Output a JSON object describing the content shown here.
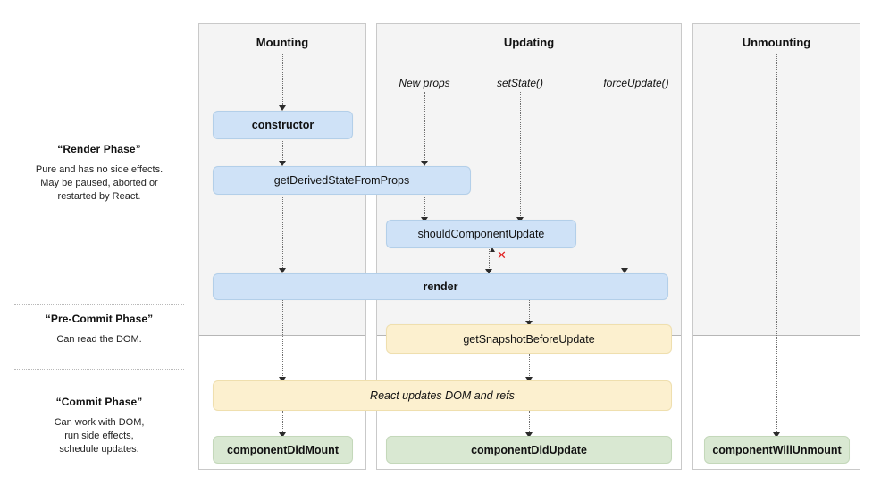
{
  "legend": {
    "render_phase": {
      "title": "“Render Phase”",
      "description": "Pure and has no side effects.\nMay be paused, aborted or\nrestarted by React."
    },
    "pre_commit_phase": {
      "title": "“Pre-Commit Phase”",
      "description": "Can read the DOM."
    },
    "commit_phase": {
      "title": "“Commit Phase”",
      "description": "Can work with DOM,\nrun side effects,\nschedule updates."
    }
  },
  "columns": [
    {
      "id": "mounting",
      "header": "Mounting"
    },
    {
      "id": "updating",
      "header": "Updating"
    },
    {
      "id": "unmounting",
      "header": "Unmounting"
    }
  ],
  "triggers": [
    {
      "id": "new-props",
      "label": "New props"
    },
    {
      "id": "set-state",
      "label": "setState()"
    },
    {
      "id": "force-update",
      "label": "forceUpdate()"
    }
  ],
  "nodes": [
    {
      "id": "constructor",
      "label": "constructor",
      "color": "blue",
      "bold": true,
      "italic": false
    },
    {
      "id": "get-derived-state",
      "label": "getDerivedStateFromProps",
      "color": "blue",
      "bold": false,
      "italic": false
    },
    {
      "id": "should-component-update",
      "label": "shouldComponentUpdate",
      "color": "blue",
      "bold": false,
      "italic": false
    },
    {
      "id": "render",
      "label": "render",
      "color": "blue",
      "bold": true,
      "italic": false
    },
    {
      "id": "get-snapshot",
      "label": "getSnapshotBeforeUpdate",
      "color": "yellow",
      "bold": false,
      "italic": false
    },
    {
      "id": "react-updates-dom",
      "label": "React updates DOM and refs",
      "color": "yellow",
      "bold": false,
      "italic": true
    },
    {
      "id": "component-did-mount",
      "label": "componentDidMount",
      "color": "green",
      "bold": true,
      "italic": false
    },
    {
      "id": "component-did-update",
      "label": "componentDidUpdate",
      "color": "green",
      "bold": true,
      "italic": false
    },
    {
      "id": "component-will-unmount",
      "label": "componentWillUnmount",
      "color": "green",
      "bold": true,
      "italic": false
    }
  ],
  "annotations": {
    "skip_update_mark": "✕"
  },
  "colors": {
    "blue_fill": "#cfe2f7",
    "blue_border": "#b3cfe9",
    "yellow_fill": "#fcf0cf",
    "yellow_border": "#efdfae",
    "green_fill": "#d9e8d2",
    "green_border": "#c4d8ba",
    "panel_top_fill": "#f4f4f4",
    "panel_border": "#c9c9c9",
    "x_mark": "#e02020"
  }
}
